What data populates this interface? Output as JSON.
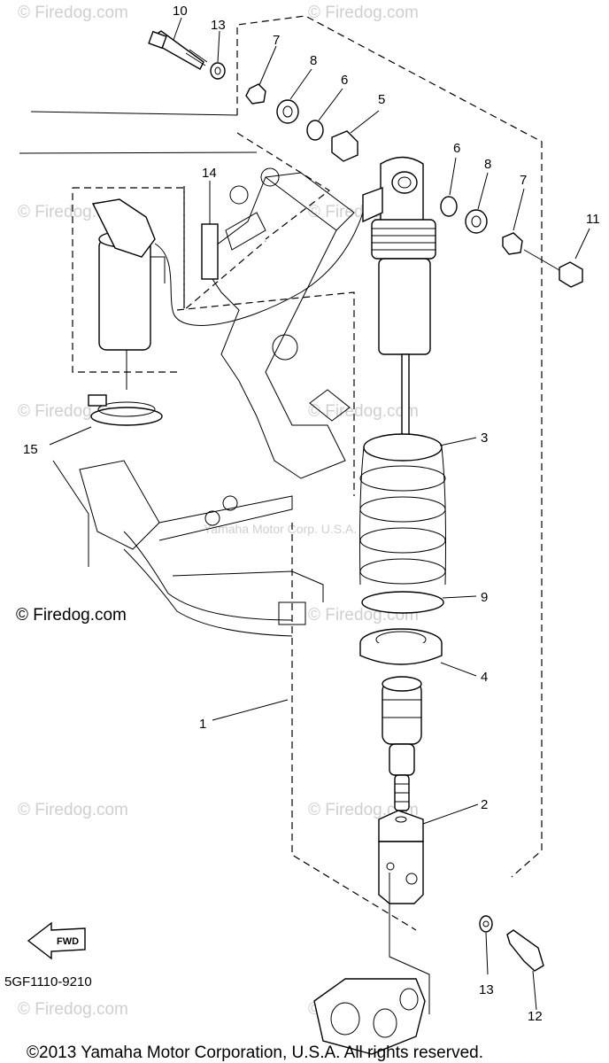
{
  "diagram": {
    "title": "Rear suspension exploded parts diagram",
    "part_number_code": "5GF1110-9210",
    "copyright": "©2013 Yamaha Motor Corporation, U.S.A. All rights reserved.",
    "watermark": "© Firedog.com",
    "center_watermark": "Yamaha Motor Corp. U.S.A.",
    "fwd_label": "FWD",
    "callouts": {
      "c1": "1",
      "c2": "2",
      "c3": "3",
      "c4": "4",
      "c5": "5",
      "c6a": "6",
      "c6b": "6",
      "c7a": "7",
      "c7b": "7",
      "c8a": "8",
      "c8b": "8",
      "c9": "9",
      "c10": "10",
      "c11": "11",
      "c12": "12",
      "c13a": "13",
      "c13b": "13",
      "c14": "14",
      "c15": "15"
    }
  }
}
